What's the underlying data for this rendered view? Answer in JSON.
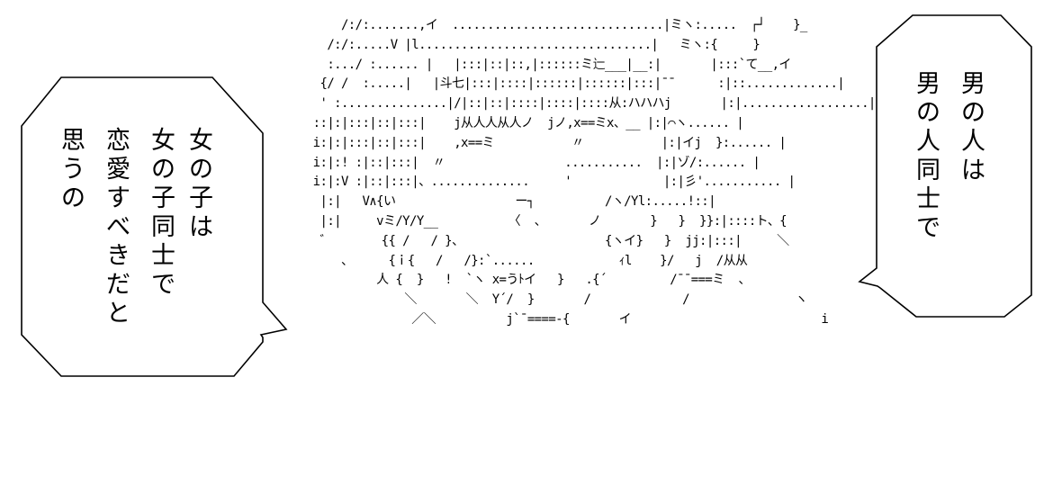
{
  "left_bubble": {
    "columns": [
      "女の子は",
      "女の子同士で",
      "恋愛すべきだと",
      "思うの"
    ]
  },
  "right_bubble": {
    "columns": [
      "男の人は",
      "男の人同士で"
    ]
  },
  "ascii_art": {
    "lines": [
      "      /:/:.......,イ  ..............................|ミヽ:.....  ┌┘    }_",
      "    /:/:.....V |l.................................|   ミヽ:{     }",
      "    :.../ :...... |   |:::|::|::,|::::::ミ辷___|__:|       |:::`て__,イ",
      "   {/ /  :.....|   |斗七|:::|::::|::::::|::::::|:::|¯¯      :|::.............|",
      "   ' :...............|/|::|::|::::|::::|::::从:ハハハj       |:|..................|",
      "  ::|:|:::|::|:::|    j从人人从人ノ  jノ,x==ミx、__ |:|⌒ヽ...... |",
      "  i:|:|:::|::|:::|    ,x==ミ           〃           |:|イj  }:...... |",
      "  i:|:! :|::|:::|  〃                 ...........  |:|ゾ/:...... |",
      "  i:|:V :|::|:::|、..............     '             |:|彡'........... |",
      "   |:|   V∧{い                 ー┐          /ヽ/Yl:.....!::|",
      "   |:|     vミ/Y/Y__          〈  、      ノ       }   }  }}:|::::ト、{",
      "   ゛       {{ /   / }、                    {ヽイ}   }  jj:|:::|     ＼",
      "      、     {ｉ{   /   /}:`......            ｨl    }/   j  /从从",
      "           人 {  }   !  `ヽ x=うﾄイ   }   .{´         /¯¯===ミ  、",
      "               ＼       ＼  Y´/  }       /             /               ヽ",
      "                ／＼          j`¯====‐{       イ                           i"
    ]
  }
}
